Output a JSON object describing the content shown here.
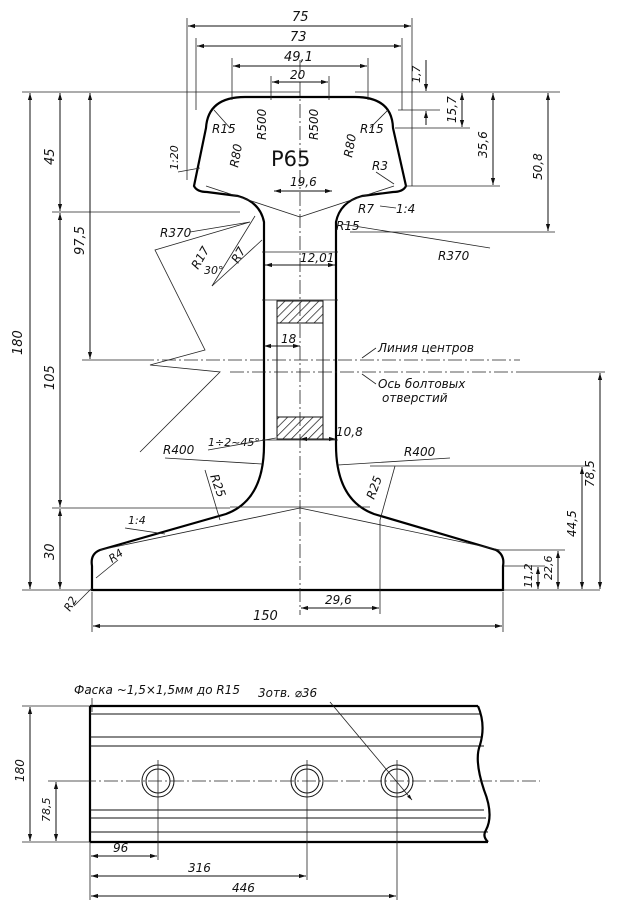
{
  "profile": {
    "title": "Р65",
    "widths": {
      "d75": "75",
      "d73": "73",
      "d49_1": "49,1",
      "d20": "20",
      "d19_6": "19,6",
      "d12_01": "12,01",
      "d18": "18",
      "d10_8": "10,8",
      "d150": "150",
      "d29_6": "29,6"
    },
    "heights": {
      "d180": "180",
      "d45": "45",
      "d97_5": "97,5",
      "d105": "105",
      "d30": "30",
      "d1_7": "1,7",
      "d15_7": "15,7",
      "d35_6": "35,6",
      "d50_8": "50,8",
      "d78_5": "78,5",
      "d44_5": "44,5",
      "d22_6": "22,6",
      "d11_2": "11,2"
    },
    "radii": {
      "r15_left": "R15",
      "r15_right": "R15",
      "r80_left": "R80",
      "r80_right": "R80",
      "r500_left": "R500",
      "r500_right": "R500",
      "r3": "R3",
      "r7_right": "R7",
      "r15_neck": "R15",
      "r370_left": "R370",
      "r370_right": "R370",
      "r17": "R17",
      "r7_left": "R7",
      "r400_left": "R400",
      "r400_right": "R400",
      "r25_left": "R25",
      "r25_right": "R25",
      "r4": "R4",
      "r2": "R2"
    },
    "slopes": {
      "head_left": "1:20",
      "head_right": "1:4",
      "base_left": "1:4"
    },
    "angle": "30°",
    "chamfer_note": "1÷2~45°",
    "line_of_centers": "Линия центров",
    "bolt_axis_line1": "Ось болтовых",
    "bolt_axis_line2": "отверстий"
  },
  "side_view": {
    "chamfer": "Фаска ~1,5×1,5мм до R15",
    "holes": "3отв. ⌀36",
    "h180": "180",
    "h78_5": "78,5",
    "w96": "96",
    "w316": "316",
    "w446": "446"
  }
}
